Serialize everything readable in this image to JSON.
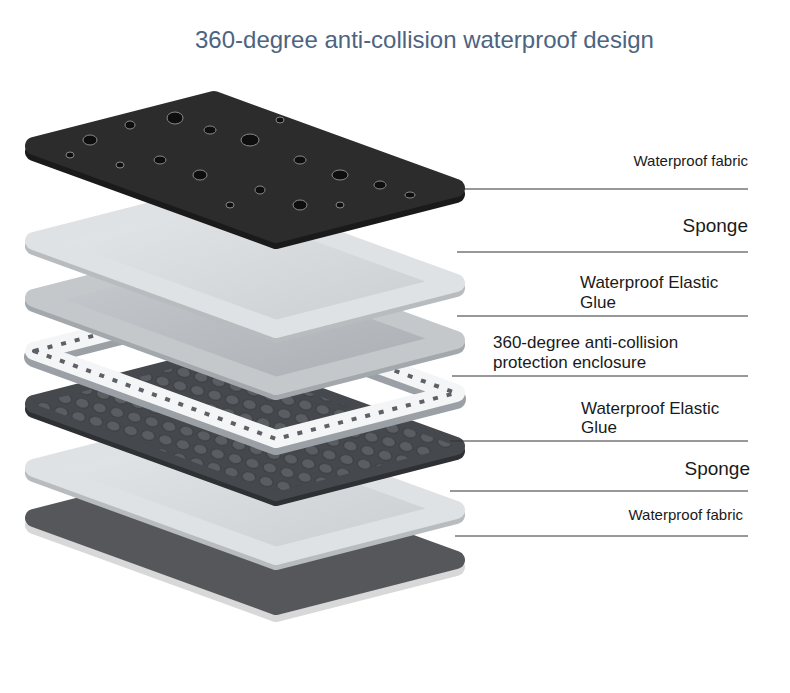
{
  "diagram": {
    "title": "360-degree anti-collision waterproof design",
    "labels": [
      "Waterproof fabric",
      "Sponge",
      "Waterproof Elastic Glue",
      "360-degree anti-collision protection enclosure",
      "Waterproof Elastic Glue",
      "Sponge",
      "Waterproof fabric"
    ]
  }
}
